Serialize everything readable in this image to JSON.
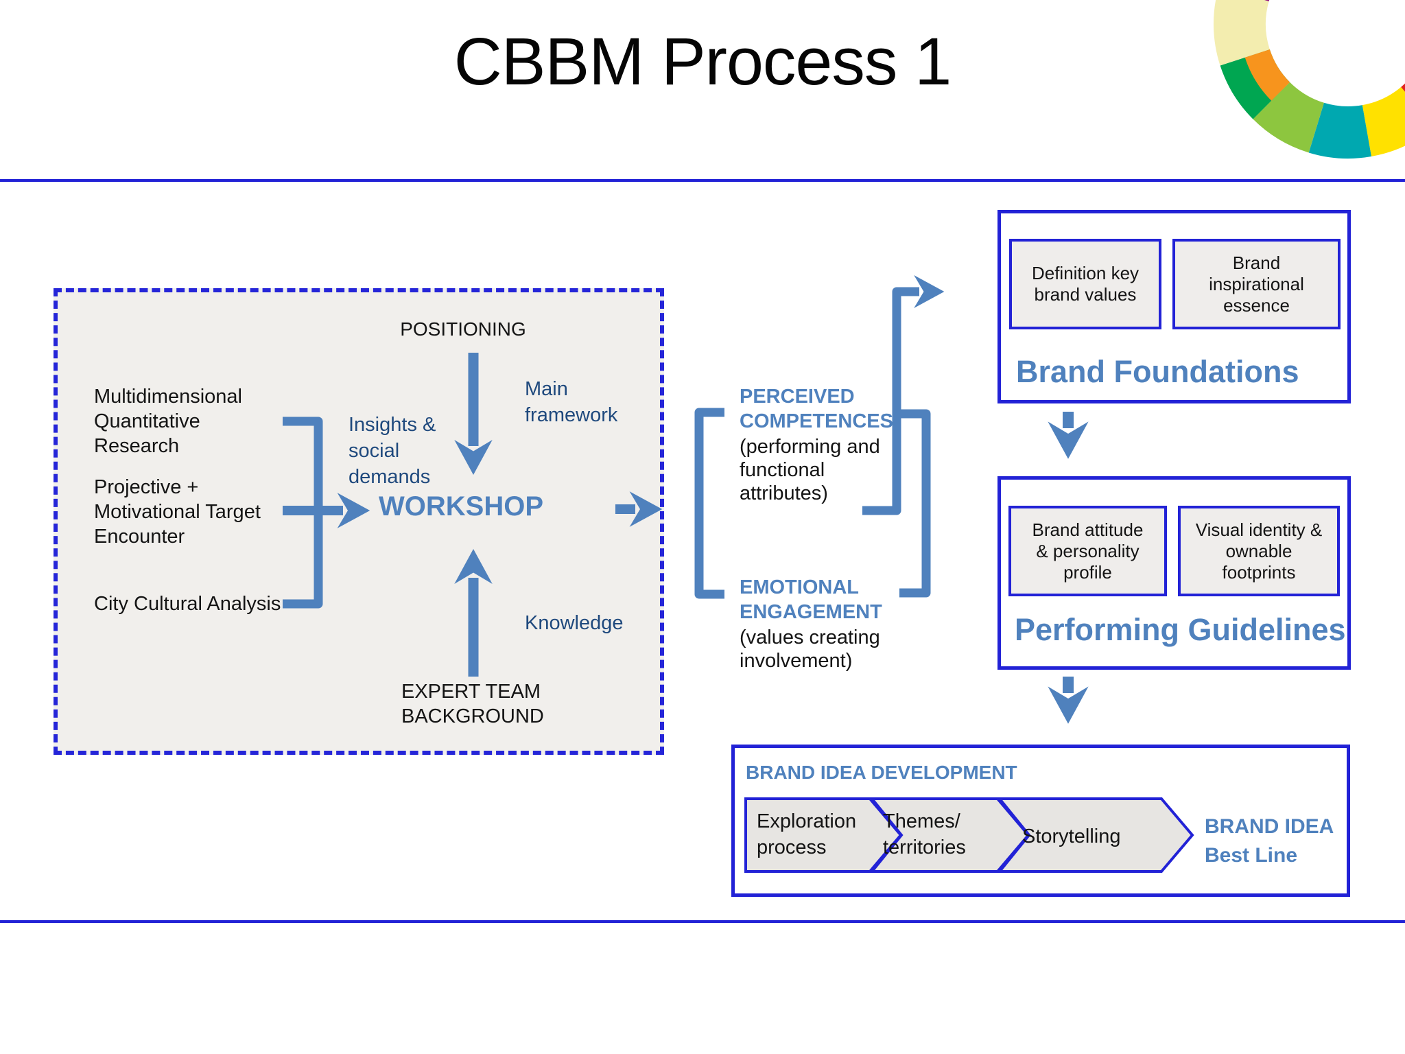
{
  "title": "CBBM Process 1",
  "colors": {
    "accent_steel_blue": "#4f81bd",
    "navy_text": "#1f497d",
    "border_blue": "#2222d6",
    "panel_gray": "#f1efec",
    "logo": [
      "#e02421",
      "#ffe100",
      "#00a8b0",
      "#8dc63f",
      "#00a651",
      "#f3edaf",
      "#93117e",
      "#f7941d"
    ]
  },
  "workshop_zone": {
    "positioning": "POSITIONING",
    "inputs": [
      "Multidimensional Quantitative Research",
      "Projective + Motivational Target Encounter",
      "City Cultural Analysis"
    ],
    "insights": "Insights & social demands",
    "workshop": "WORKSHOP",
    "main_framework": "Main framework",
    "knowledge": "Knowledge",
    "expert_team": "EXPERT TEAM BACKGROUND"
  },
  "outcomes": {
    "perceived_title": "PERCEIVED COMPETENCES",
    "perceived_sub": "(performing and functional attributes)",
    "emotional_title": "EMOTIONAL ENGAGEMENT",
    "emotional_sub": "(values creating involvement)"
  },
  "brand_foundations": {
    "box1": "Definition key brand values",
    "box2": "Brand inspirational essence",
    "label": "Brand Foundations"
  },
  "performing_guidelines": {
    "box1": "Brand attitude & personality profile",
    "box2": "Visual identity & ownable footprints",
    "label": "Performing Guidelines"
  },
  "brand_idea": {
    "heading": "BRAND IDEA DEVELOPMENT",
    "steps": [
      "Exploration process",
      "Themes/ territories",
      "Storytelling"
    ],
    "result_line1": "BRAND IDEA",
    "result_line2": "Best Line"
  }
}
